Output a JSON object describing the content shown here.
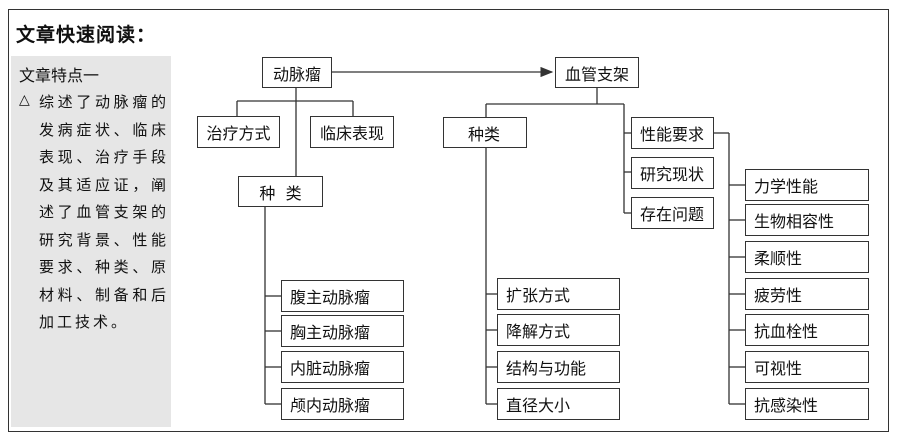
{
  "heading": "文章快速阅读：",
  "sidebar": {
    "title": "文章特点一",
    "mark": "△",
    "text": "综述了动脉瘤的发病症状、临床表现、治疗手段及其适应证，阐述了血管支架的研究背景、性能要求、种类、原材料、制备和后加工技术。"
  },
  "diagram": {
    "aneurysm": "动脉瘤",
    "stent": "血管支架",
    "treatment": "治疗方式",
    "clinical": "临床表现",
    "aneurysm_types": "种  类",
    "aneurysm_type_items": [
      "腹主动脉瘤",
      "胸主动脉瘤",
      "内脏动脉瘤",
      "颅内动脉瘤"
    ],
    "stent_types": "种类",
    "stent_type_items": [
      "扩张方式",
      "降解方式",
      "结构与功能",
      "直径大小"
    ],
    "performance": "性能要求",
    "research": "研究现状",
    "problems": "存在问题",
    "performance_items": [
      "力学性能",
      "生物相容性",
      "柔顺性",
      "疲劳性",
      "抗血栓性",
      "可视性",
      "抗感染性"
    ]
  }
}
